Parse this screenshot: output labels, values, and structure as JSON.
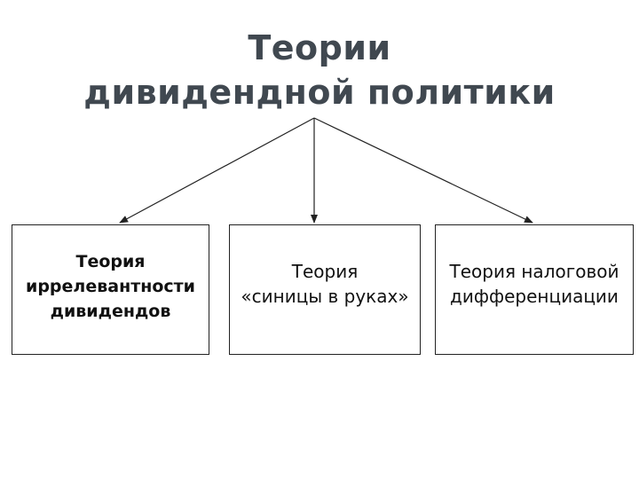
{
  "title": {
    "line1": "Теории",
    "line2": "дивидендной политики"
  },
  "boxes": [
    {
      "lines": [
        "Теория",
        "иррелевантности",
        "дивидендов"
      ]
    },
    {
      "lines": [
        "Теория",
        "«синицы в руках»"
      ]
    },
    {
      "lines": [
        "Теория налоговой",
        "дифференциации"
      ]
    }
  ],
  "colors": {
    "title": "#404850",
    "border": "#222222",
    "arrow": "#222222"
  }
}
